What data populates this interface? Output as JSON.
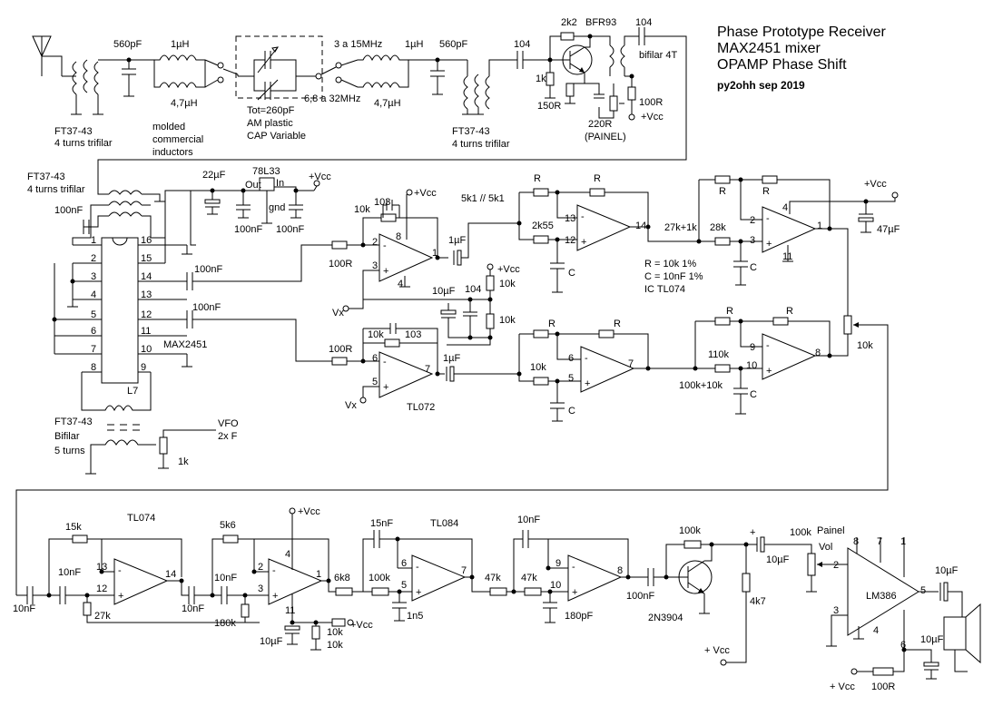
{
  "title": {
    "line1": "Phase Prototype Receiver",
    "line2": "MAX2451 mixer",
    "line3": "OPAMP Phase Shift",
    "signature": "py2ohh sep 2019"
  },
  "frontend_labels": {
    "c560_1": "560pF",
    "l1u_1": "1µH",
    "l47_1": "4,7µH",
    "band_hi": "3 a 15MHz",
    "band_lo": "6,8 a 32MHz",
    "l1u_2": "1µH",
    "l47_2": "4,7µH",
    "c560_2": "560pF",
    "c104_1": "104",
    "r2k2": "2k2",
    "bfr93": "BFR93",
    "c104_2": "104",
    "r1k": "1k",
    "bifilar4t": "bifilar 4T",
    "r150": "150R",
    "r100": "100R",
    "vcc_rf": "+Vcc",
    "r220": "220R",
    "painel": "(PAINEL)",
    "ft37_a1": "FT37-43",
    "ft37_a2": "4 turns trifilar",
    "molded1": "molded",
    "molded2": "commercial",
    "molded3": "inductors",
    "tot": "Tot=260pF",
    "amcap1": "AM plastic",
    "amcap2": "CAP Variable",
    "ft37_b1": "FT37-43",
    "ft37_b2": "4 turns trifilar"
  },
  "mixer_labels": {
    "ft37_c1": "FT37-43",
    "ft37_c2": "4 turns trifilar",
    "c22u": "22µF",
    "reg": "78L33",
    "reg_out": "Out",
    "reg_in": "In",
    "reg_gnd": "gnd",
    "vcc_reg": "+Vcc",
    "c100n_a": "100nF",
    "c100n_b": "100nF",
    "c100n_c": "100nF",
    "c100n_d": "100nF",
    "c100n_e": "100nF",
    "ic_name": "MAX2451",
    "l7": "L7",
    "ft37_d1": "FT37-43",
    "ft37_d2": "Bifilar",
    "ft37_d3": "5 turns",
    "vfo1": "VFO",
    "vfo2": "2x F",
    "pot1k": "1k",
    "pins_left": [
      "1",
      "2",
      "3",
      "4",
      "5",
      "6",
      "7",
      "8"
    ],
    "pins_right": [
      "16",
      "15",
      "14",
      "13",
      "12",
      "11",
      "10",
      "9"
    ]
  },
  "preamp_labels": {
    "r10k_a": "10k",
    "c103_a": "103",
    "vcc_a": "+Vcc",
    "r100_a": "100R",
    "c1u_a": "1µF",
    "vx_a": "Vx",
    "vcc_b": "+Vcc",
    "r10k_b": "10k",
    "c10u": "10µF",
    "c104": "104",
    "r10k_c": "10k",
    "r10k_d": "10k",
    "c103_b": "103",
    "r100_b": "100R",
    "c1u_b": "1µF",
    "vx_b": "Vx",
    "tl072": "TL072",
    "pins_a": [
      "8",
      "2",
      "1",
      "3",
      "4"
    ],
    "pins_b": [
      "6",
      "7",
      "5"
    ]
  },
  "phase_labels": {
    "r_label": "R",
    "r5k1": "5k1 // 5k1",
    "r2k55": "2k55",
    "c_label": "C",
    "r27k1k": "27k+1k",
    "r28k": "28k",
    "vcc_c": "+Vcc",
    "c47u": "47µF",
    "note1": "R = 10k 1%",
    "note2": "C = 10nF 1%",
    "note3": "IC TL074",
    "r10k_e": "10k",
    "r110k": "110k",
    "r100k10k": "100k+10k",
    "pot10k": "10k",
    "pins": [
      "13",
      "12",
      "14",
      "2",
      "3",
      "1",
      "4",
      "11",
      "6",
      "5",
      "7",
      "9",
      "10",
      "8"
    ]
  },
  "audio_labels": {
    "r15k": "15k",
    "tl074": "TL074",
    "c10n_a": "10nF",
    "c10n_b": "10nF",
    "r27k": "27k",
    "c10n_c": "10nF",
    "r5k6": "5k6",
    "vcc_d": "+Vcc",
    "c10n_d": "10nF",
    "r180k": "180k",
    "c10u_b": "10µF",
    "r10k_f": "10k",
    "r10k_g": "10k",
    "vcc_e": "+Vcc",
    "r6k8": "6k8",
    "c15n": "15nF",
    "tl084": "TL084",
    "r100k": "100k",
    "c1n5": "1n5",
    "r47k_a": "47k",
    "c10n_e": "10nF",
    "r47k_b": "47k",
    "c180p": "180pF",
    "c100n_f": "100nF",
    "r100k_b": "100k",
    "q2n3904": "2N3904",
    "vcc_f": "+ Vcc",
    "r4k7": "4k7",
    "c10u_c": "10µF",
    "r100k_c": "100k",
    "painel": "Painel",
    "vol": "Vol",
    "lm386": "LM386",
    "c10u_d": "10µF",
    "c10u_e": "10µF",
    "vcc_g": "+ Vcc",
    "r100_c": "100R",
    "plus": "+",
    "pins": [
      "13",
      "12",
      "14",
      "2",
      "3",
      "1",
      "4",
      "11",
      "6",
      "5",
      "7",
      "9",
      "10",
      "8",
      "8",
      "7",
      "1",
      "2",
      "3",
      "5",
      "4",
      "6"
    ]
  }
}
